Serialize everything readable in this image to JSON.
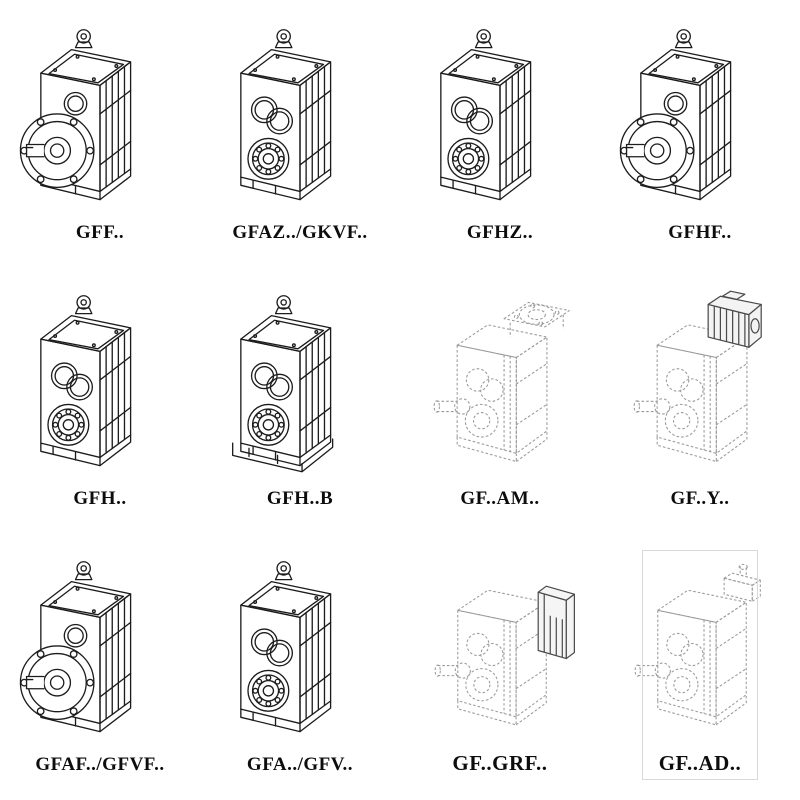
{
  "grid": {
    "items": [
      {
        "label": "GFF..",
        "drawing": "flange-output-solid"
      },
      {
        "label": "GFAZ../GKVF..",
        "drawing": "hollow-shaft-solid"
      },
      {
        "label": "GFHZ..",
        "drawing": "hollow-shaft-solid"
      },
      {
        "label": "GFHF..",
        "drawing": "flange-output-solid"
      },
      {
        "label": "GFH..",
        "drawing": "hollow-shaft-solid"
      },
      {
        "label": "GFH..B",
        "drawing": "foot-mounted-solid"
      },
      {
        "label": "GF..AM..",
        "drawing": "top-flange-phantom"
      },
      {
        "label": "GF..Y..",
        "drawing": "motor-mounted-phantom"
      },
      {
        "label": "GFAF../GFVF..",
        "drawing": "flange-output-solid"
      },
      {
        "label": "GFA../GFV..",
        "drawing": "hollow-shaft-solid"
      },
      {
        "label": "GF..GRF..",
        "drawing": "side-adapter-phantom"
      },
      {
        "label": "GF..AD..",
        "drawing": "input-shaft-phantom"
      }
    ]
  },
  "style": {
    "background": "#ffffff",
    "line_color": "#1c1c1c",
    "phantom_line_color": "#9a9a9a",
    "label_color": "#0d0d0d"
  }
}
